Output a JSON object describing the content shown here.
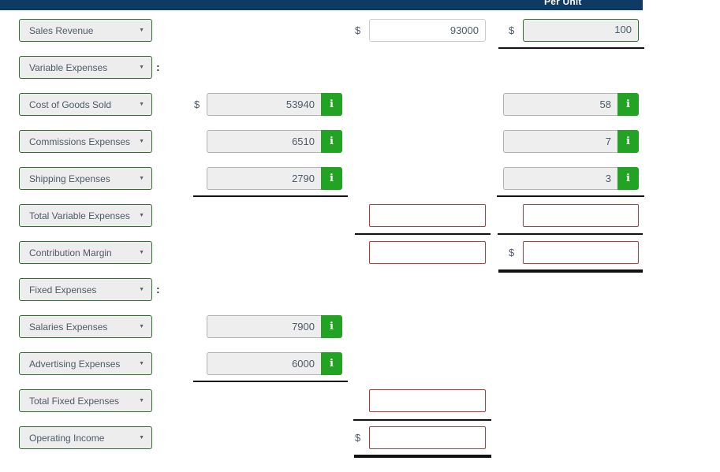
{
  "header": {
    "per_unit_label": "Per Unit"
  },
  "symbols": {
    "currency": "$",
    "colon": ":"
  },
  "icons": {
    "info": "i",
    "dropdown_caret": "▼"
  },
  "colors": {
    "header_navy": "#0e3a66",
    "dropdown_border_green": "#2f7032",
    "info_button_green": "#23a323",
    "error_border_red": "#ad3e3c",
    "field_gray": "#eeeeee",
    "rule_black": "#111111"
  },
  "rows": [
    {
      "label": "Sales Revenue"
    },
    {
      "label": "Variable Expenses"
    },
    {
      "label": "Cost of Goods Sold"
    },
    {
      "label": "Commissions Expenses"
    },
    {
      "label": "Shipping Expenses"
    },
    {
      "label": "Total Variable Expenses"
    },
    {
      "label": "Contribution Margin"
    },
    {
      "label": "Fixed Expenses"
    },
    {
      "label": "Salaries Expenses"
    },
    {
      "label": "Advertising Expenses"
    },
    {
      "label": "Total Fixed Expenses"
    },
    {
      "label": "Operating Income"
    }
  ],
  "values": {
    "sales_revenue_total": "93000",
    "sales_revenue_per_unit": "100",
    "cost_of_goods_sold": "53940",
    "cost_of_goods_sold_per_unit": "58",
    "commissions_expenses": "6510",
    "commissions_expenses_per_unit": "7",
    "shipping_expenses": "2790",
    "shipping_expenses_per_unit": "3",
    "salaries_expenses": "7900",
    "advertising_expenses": "6000"
  }
}
